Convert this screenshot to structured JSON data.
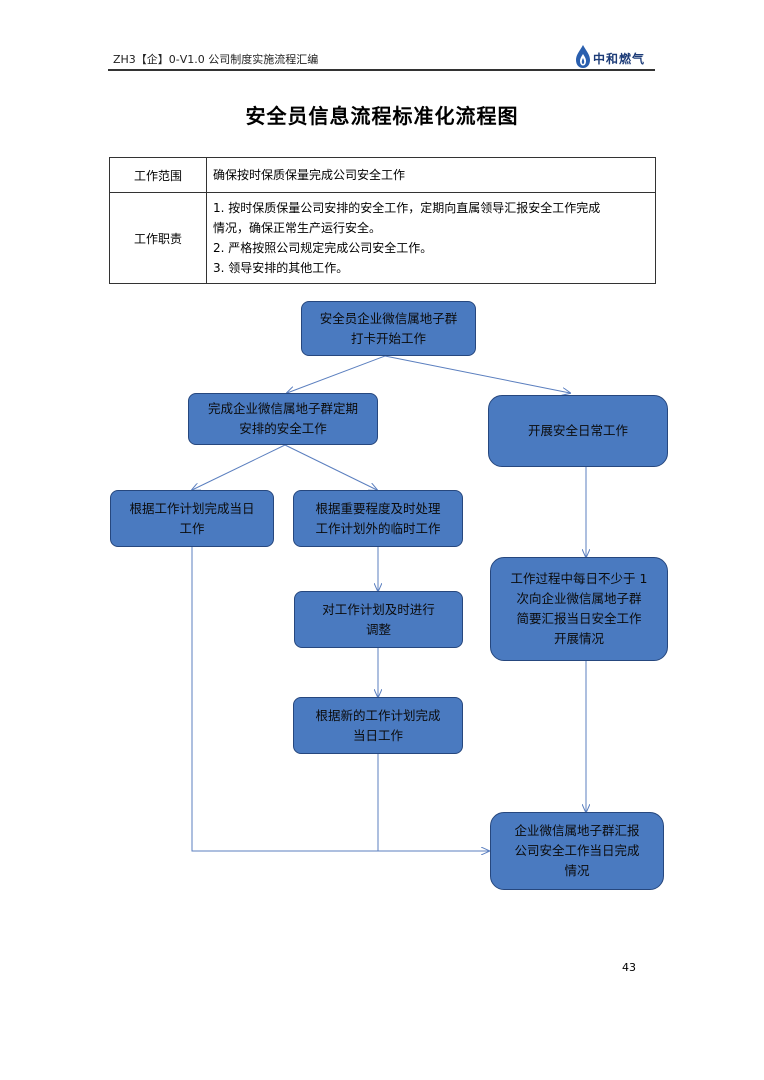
{
  "header": {
    "doc_code": "ZH3【企】0-V1.0 公司制度实施流程汇编",
    "logo_text": "中和燃气",
    "logo_icon": "flame-drop-icon"
  },
  "title": "安全员信息流程标准化流程图",
  "info_table": {
    "scope_label": "工作范围",
    "scope_value": "确保按时保质保量完成公司安全工作",
    "duty_label": "工作职责",
    "duties": [
      "1. 按时保质保量公司安排的安全工作，定期向直属领导汇报安全工作完成",
      "情况，确保正常生产运行安全。",
      "2. 严格按照公司规定完成公司安全工作。",
      "3. 领导安排的其他工作。"
    ]
  },
  "flow": {
    "start": "安全员企业微信属地子群\n打卡开始工作",
    "left_main": "完成企业微信属地子群定期\n安排的安全工作",
    "right_main": "开展安全日常工作",
    "plan_daily": "根据工作计划完成当日\n工作",
    "handle_temp": "根据重要程度及时处理\n工作计划外的临时工作",
    "adjust_plan": "对工作计划及时进行\n调整",
    "new_plan": "根据新的工作计划完成\n当日工作",
    "daily_report": "工作过程中每日不少于 1\n次向企业微信属地子群\n简要汇报当日安全工作\n开展情况",
    "final_report": "企业微信属地子群汇报\n公司安全工作当日完成\n情况"
  },
  "page_number": "43",
  "colors": {
    "node_fill": "#4a7ac0",
    "node_border": "#26477e",
    "connector": "#5b7fbf"
  }
}
